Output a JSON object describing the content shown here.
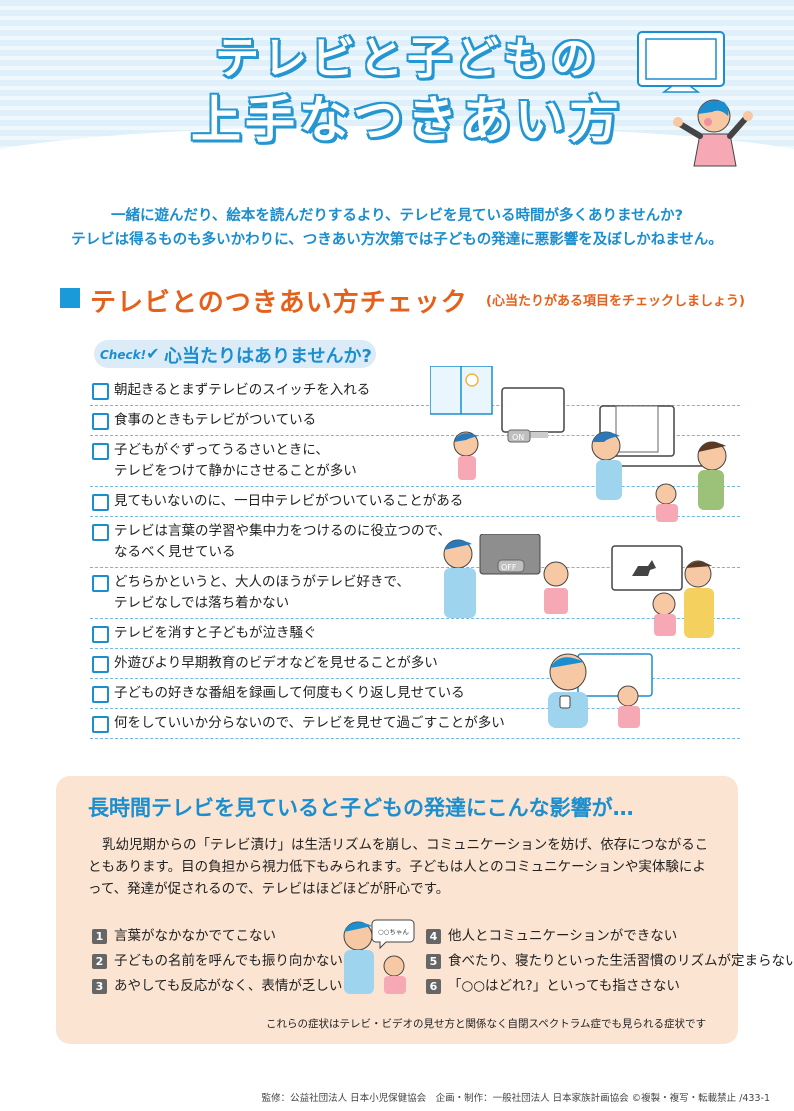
{
  "title": {
    "line1": "テレビと子どもの",
    "line2": "上手なつきあい方"
  },
  "intro": [
    "一緒に遊んだり、絵本を読んだりするより、テレビを見ている時間が多くありませんか?",
    "テレビは得るものも多いかわりに、つきあい方次第では子どもの発達に悪影響を及ぼしかねません。"
  ],
  "section": {
    "title": "テレビとのつきあい方チェック",
    "note": "(心当たりがある項目をチェックしましょう)"
  },
  "check": {
    "badge": "Check!",
    "question": "心当たりはありませんか?",
    "items": [
      "朝起きるとまずテレビのスイッチを入れる",
      "食事のときもテレビがついている",
      "子どもがぐずってうるさいときに、\nテレビをつけて静かにさせることが多い",
      "見てもいないのに、一日中テレビがついていることがある",
      "テレビは言葉の学習や集中力をつけるのに役立つので、\nなるべく見せている",
      "どちらかというと、大人のほうがテレビ好きで、\nテレビなしでは落ち着かない",
      "テレビを消すと子どもが泣き騒ぐ",
      "外遊びより早期教育のビデオなどを見せることが多い",
      "子どもの好きな番組を録画して何度もくり返し見せている",
      "何をしていいか分らないので、テレビを見せて過ごすことが多い"
    ]
  },
  "illustration_labels": {
    "on": "ON",
    "off": "OFF",
    "oo": "○○ちゃん"
  },
  "effects": {
    "title": "長時間テレビを見ていると子どもの発達にこんな影響が…",
    "body": "乳幼児期からの「テレビ漬け」は生活リズムを崩し、コミュニケーションを妨げ、依存につながることもあります。目の負担から視力低下もみられます。子どもは人とのコミュニケーションや実体験によって、発達が促されるので、テレビはほどほどが肝心です。",
    "left_items": [
      {
        "num": "1",
        "text": "言葉がなかなかでてこない"
      },
      {
        "num": "2",
        "text": "子どもの名前を呼んでも振り向かない"
      },
      {
        "num": "3",
        "text": "あやしても反応がなく、表情が乏しい"
      }
    ],
    "right_items": [
      {
        "num": "4",
        "text": "他人とコミュニケーションができない"
      },
      {
        "num": "5",
        "text": "食べたり、寝たりといった生活習慣のリズムが定まらない"
      },
      {
        "num": "6",
        "text": "「○○はどれ?」といっても指ささない"
      }
    ],
    "footnote": "これらの症状はテレビ・ビデオの見せ方と関係なく自閉スペクトラム症でも見られる症状です"
  },
  "footer": "監修：公益社団法人 日本小児保健協会　企画・制作：一般社団法人 日本家族計画協会 ©複製・複写・転載禁止 /433-1",
  "colors": {
    "accent_blue": "#1b8ecf",
    "accent_orange": "#e5601a",
    "effects_bg": "#fbe4d2"
  }
}
